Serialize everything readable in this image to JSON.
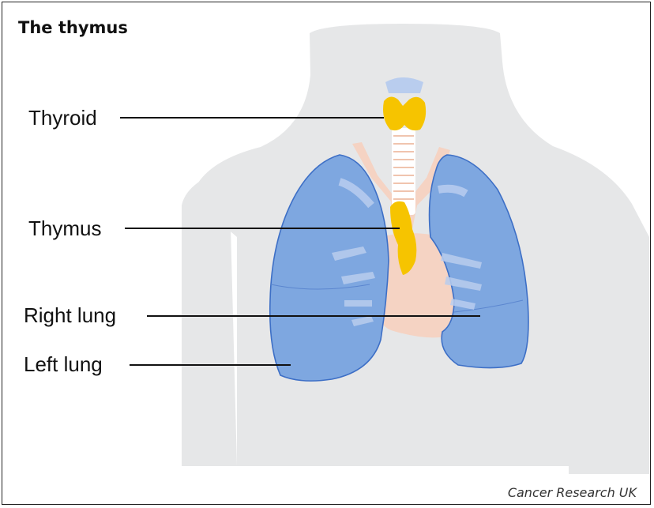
{
  "title": "The thymus",
  "labels": {
    "thyroid": "Thyroid",
    "thymus": "Thymus",
    "right_lung": "Right lung",
    "left_lung": "Left lung"
  },
  "credit": "Cancer Research UK",
  "colors": {
    "body": "#e6e7e8",
    "lung_fill": "#7ea7e0",
    "lung_stroke": "#3d6fc6",
    "gland": "#f6c400",
    "heart": "#f5d3c3",
    "trachea": "#ffffff"
  }
}
